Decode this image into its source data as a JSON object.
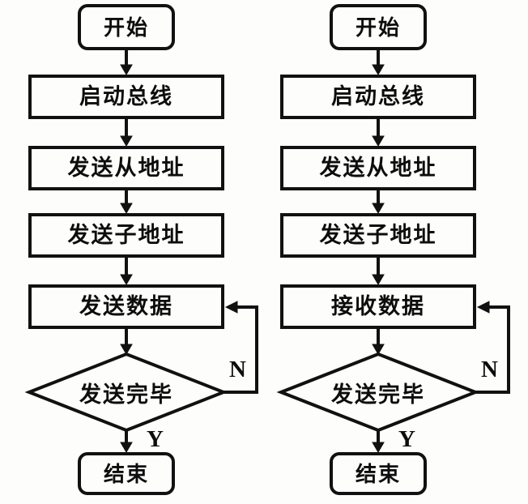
{
  "diagram": {
    "left": {
      "start": "开始",
      "steps": [
        "启动总线",
        "发送从地址",
        "发送子地址",
        "发送数据"
      ],
      "decision": "发送完毕",
      "end": "结束",
      "no_label": "N",
      "yes_label": "Y"
    },
    "right": {
      "start": "开始",
      "steps": [
        "启动总线",
        "发送从地址",
        "发送子地址",
        "接收数据"
      ],
      "decision": "发送完毕",
      "end": "结束",
      "no_label": "N",
      "yes_label": "Y"
    }
  },
  "colors": {
    "line": "#111111",
    "background": "#fdfdfb"
  }
}
